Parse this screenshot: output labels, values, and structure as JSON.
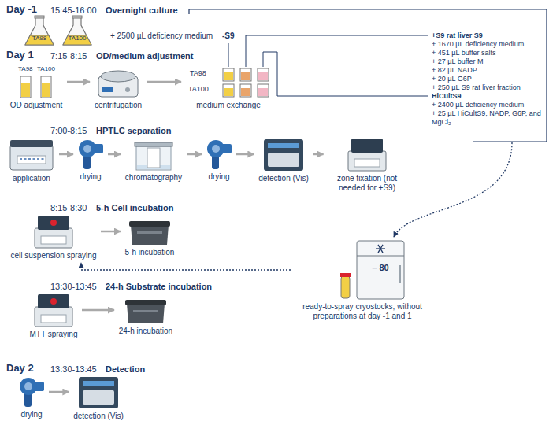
{
  "diagram": {
    "nodes": [
      {
        "text": [
          "TA98"
        ]
      },
      {
        "text": [
          "TA100"
        ]
      },
      {
        "text": [
          "OD adjustment"
        ]
      },
      {
        "text": [
          "centrifugation"
        ]
      },
      {
        "text": [
          "medium exchange"
        ]
      },
      {
        "text": [
          "application"
        ]
      },
      {
        "text": [
          "drying"
        ]
      },
      {
        "text": [
          "chromatography"
        ]
      },
      {
        "text": [
          "drying"
        ]
      },
      {
        "text": [
          "detection (Vis)"
        ]
      },
      {
        "text": [
          "zone fixation (not needed for +S9)"
        ]
      },
      {
        "text": [
          "cell suspension spraying"
        ]
      },
      {
        "text": [
          "5-h incubation"
        ]
      },
      {
        "text": [
          "MTT spraying"
        ]
      },
      {
        "text": [
          "24-h incubation"
        ]
      },
      {
        "text": [
          "– 80",
          "ready-to-spray cryostocks, without preparations at day -1 and 1"
        ]
      },
      {
        "text": [
          "drying"
        ]
      },
      {
        "text": [
          "detection (Vis)"
        ]
      }
    ],
    "edges": [
      {
        "from": 2,
        "to": 3,
        "arrow": "to"
      },
      {
        "from": 3,
        "to": 4,
        "arrow": "to"
      },
      {
        "from": 5,
        "to": 6,
        "arrow": "to"
      },
      {
        "from": 6,
        "to": 7,
        "arrow": "to"
      },
      {
        "from": 7,
        "to": 8,
        "arrow": "to"
      },
      {
        "from": 8,
        "to": 9,
        "arrow": "to"
      },
      {
        "from": 9,
        "to": 10,
        "arrow": "to"
      },
      {
        "from": 11,
        "to": 12,
        "arrow": "to"
      },
      {
        "from": 13,
        "to": 14,
        "arrow": "to"
      },
      {
        "from": 15,
        "to": 11,
        "arrow": "to"
      },
      {
        "from": 16,
        "to": 17,
        "arrow": "to"
      }
    ],
    "labels": [
      "Day -1",
      "15:45-16:00",
      "Overnight culture",
      "Day 1",
      "7:15-8:15",
      "OD/medium adjustment",
      "TA98",
      "TA100",
      "+ 2500 µL deficiency medium",
      "-S9",
      "TA98",
      "TA100",
      "+S9 rat liver S9",
      "+ 1670 µL deficiency medium",
      "+ 451 µL buffer salts",
      "+ 27 µL buffer M",
      "+ 82 µL NADP",
      "+ 20 µL G6P",
      "+ 250 µL S9 rat liver fraction",
      "HiCultS9",
      "+ 2400 µL deficiency medium",
      "+ 25 µL HiCultS9, NADP, G6P, and MgCl₂",
      "7:00-8:15",
      "HPTLC separation",
      "8:15-8:30",
      "5-h Cell incubation",
      "13:30-13:45",
      "24-h Substrate incubation",
      "Day 2",
      "13:30-13:45",
      "Detection"
    ]
  }
}
